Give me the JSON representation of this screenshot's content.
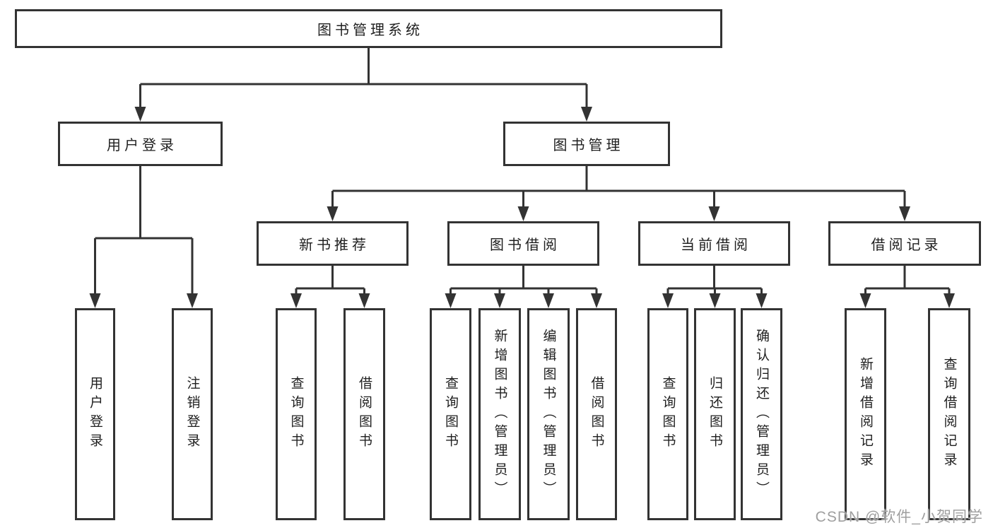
{
  "diagram": {
    "root": {
      "label": "图书管理系统",
      "children": [
        {
          "label": "用户登录",
          "children": [
            {
              "label": "用户登录"
            },
            {
              "label": "注销登录"
            }
          ]
        },
        {
          "label": "图书管理",
          "children": [
            {
              "label": "新书推荐",
              "children": [
                {
                  "label": "查询图书"
                },
                {
                  "label": "借阅图书"
                }
              ]
            },
            {
              "label": "图书借阅",
              "children": [
                {
                  "label": "查询图书"
                },
                {
                  "label": "新增图书（管理员）"
                },
                {
                  "label": "编辑图书（管理员）"
                },
                {
                  "label": "借阅图书"
                }
              ]
            },
            {
              "label": "当前借阅",
              "children": [
                {
                  "label": "查询图书"
                },
                {
                  "label": "归还图书"
                },
                {
                  "label": "确认归还（管理员）"
                }
              ]
            },
            {
              "label": "借阅记录",
              "children": [
                {
                  "label": "新增借阅记录"
                },
                {
                  "label": "查询借阅记录"
                }
              ]
            }
          ]
        }
      ]
    }
  },
  "watermark": {
    "text": "CSDN @软件_小贺同学"
  },
  "colors": {
    "line": "#333333",
    "box_border": "#333333",
    "text": "#1f1f1f",
    "watermark": "#9f9f9f",
    "background": "#ffffff"
  }
}
